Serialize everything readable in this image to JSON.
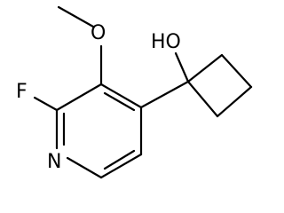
{
  "molecule": {
    "atoms": {
      "fluorine": "F",
      "nitrogen": "N",
      "methoxy_oxygen": "O",
      "hydroxyl": "HO"
    },
    "colors": {
      "bond": "#000000",
      "label": "#000000",
      "background": "#ffffff"
    }
  }
}
